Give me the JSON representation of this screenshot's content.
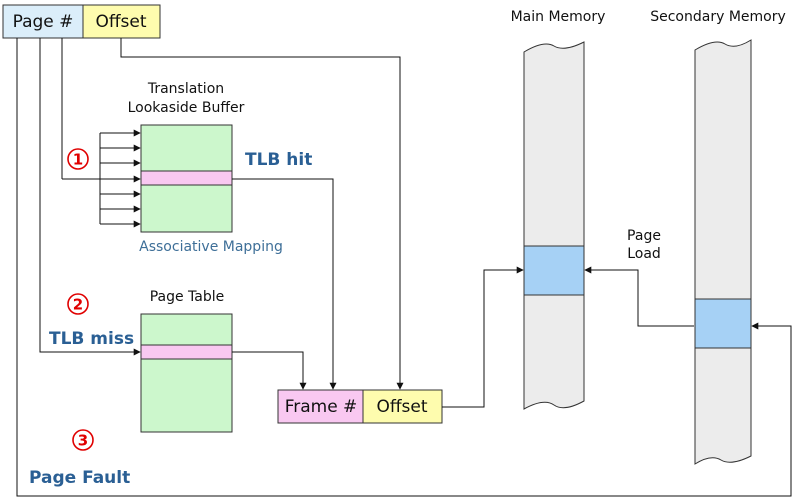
{
  "address": {
    "page": "Page #",
    "offset": "Offset"
  },
  "tlb": {
    "title_line1": "Translation",
    "title_line2": "Lookaside Buffer",
    "caption": "Associative Mapping",
    "hit": "TLB hit"
  },
  "page_table": {
    "title": "Page Table",
    "miss": "TLB miss"
  },
  "physical_address": {
    "frame": "Frame #",
    "offset": "Offset"
  },
  "memory": {
    "main": "Main Memory",
    "secondary": "Secondary Memory"
  },
  "page_load": {
    "line1": "Page",
    "line2": "Load"
  },
  "page_fault": "Page Fault",
  "steps": [
    "1",
    "2",
    "3"
  ],
  "colors": {
    "page_box": "#dbeefa",
    "offset_box": "#fefcae",
    "frame_box": "#f9c8f1",
    "table_fill": "#ccf7cc",
    "highlight_row": "#f9c8f1",
    "memory_fill": "#ececec",
    "memory_block": "#a6d1f5",
    "emphasis_text": "#2a5f94",
    "caption_text": "#3e6f98",
    "step_red": "#e00000"
  }
}
